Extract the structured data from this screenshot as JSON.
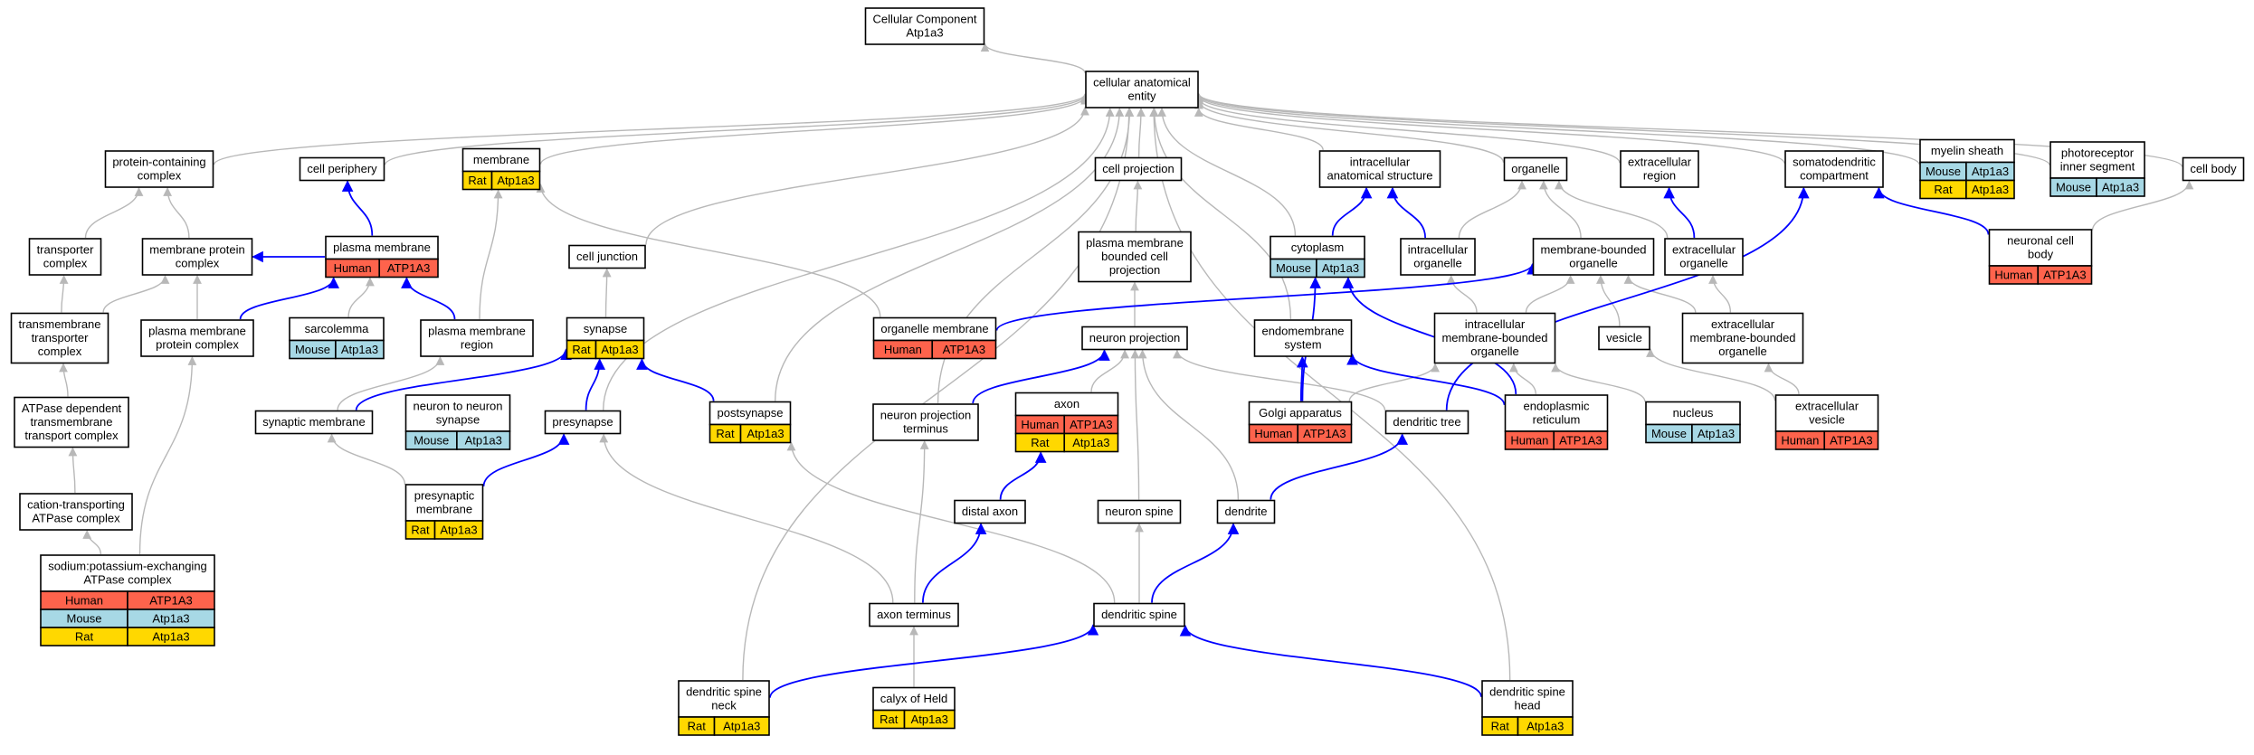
{
  "colors": {
    "human": "#fe634c",
    "mouse": "#a7d8e5",
    "rat": "#ffd800",
    "edge_gray": "#b8b8b8",
    "edge_blue": "#0000ff"
  },
  "nodes": [
    {
      "id": "cc_root",
      "lines": [
        "Cellular Component",
        "Atp1a3"
      ],
      "rows": []
    },
    {
      "id": "cae",
      "lines": [
        "cellular anatomical",
        "entity"
      ],
      "rows": []
    },
    {
      "id": "pcc",
      "lines": [
        "protein-containing",
        "complex"
      ],
      "rows": []
    },
    {
      "id": "cell_periphery",
      "lines": [
        "cell periphery"
      ],
      "rows": []
    },
    {
      "id": "membrane",
      "lines": [
        "membrane"
      ],
      "rows": [
        [
          "Rat",
          "Atp1a3"
        ]
      ]
    },
    {
      "id": "cell_projection",
      "lines": [
        "cell projection"
      ],
      "rows": []
    },
    {
      "id": "ias",
      "lines": [
        "intracellular",
        "anatomical structure"
      ],
      "rows": []
    },
    {
      "id": "organelle",
      "lines": [
        "organelle"
      ],
      "rows": []
    },
    {
      "id": "extracellular_region",
      "lines": [
        "extracellular",
        "region"
      ],
      "rows": []
    },
    {
      "id": "somatodendritic",
      "lines": [
        "somatodendritic",
        "compartment"
      ],
      "rows": []
    },
    {
      "id": "myelin",
      "lines": [
        "myelin sheath"
      ],
      "rows": [
        [
          "Mouse",
          "Atp1a3"
        ],
        [
          "Rat",
          "Atp1a3"
        ]
      ]
    },
    {
      "id": "photoreceptor",
      "lines": [
        "photoreceptor",
        "inner segment"
      ],
      "rows": [
        [
          "Mouse",
          "Atp1a3"
        ]
      ]
    },
    {
      "id": "cell_body",
      "lines": [
        "cell body"
      ],
      "rows": []
    },
    {
      "id": "transporter",
      "lines": [
        "transporter",
        "complex"
      ],
      "rows": []
    },
    {
      "id": "mpc",
      "lines": [
        "membrane protein",
        "complex"
      ],
      "rows": []
    },
    {
      "id": "plasma_membrane",
      "lines": [
        "plasma membrane"
      ],
      "rows": [
        [
          "Human",
          "ATP1A3"
        ]
      ]
    },
    {
      "id": "cell_junction",
      "lines": [
        "cell junction"
      ],
      "rows": []
    },
    {
      "id": "pmbcp",
      "lines": [
        "plasma membrane",
        "bounded cell",
        "projection"
      ],
      "rows": []
    },
    {
      "id": "cytoplasm",
      "lines": [
        "cytoplasm"
      ],
      "rows": [
        [
          "Mouse",
          "Atp1a3"
        ]
      ]
    },
    {
      "id": "ic_organelle",
      "lines": [
        "intracellular",
        "organelle"
      ],
      "rows": []
    },
    {
      "id": "mb_organelle",
      "lines": [
        "membrane-bounded",
        "organelle"
      ],
      "rows": []
    },
    {
      "id": "ec_organelle",
      "lines": [
        "extracellular",
        "organelle"
      ],
      "rows": []
    },
    {
      "id": "neuronal_cell_body",
      "lines": [
        "neuronal cell",
        "body"
      ],
      "rows": [
        [
          "Human",
          "ATP1A3"
        ]
      ]
    },
    {
      "id": "tmtc",
      "lines": [
        "transmembrane",
        "transporter",
        "complex"
      ],
      "rows": []
    },
    {
      "id": "pmpc",
      "lines": [
        "plasma membrane",
        "protein complex"
      ],
      "rows": []
    },
    {
      "id": "sarcolemma",
      "lines": [
        "sarcolemma"
      ],
      "rows": [
        [
          "Mouse",
          "Atp1a3"
        ]
      ]
    },
    {
      "id": "pm_region",
      "lines": [
        "plasma membrane",
        "region"
      ],
      "rows": []
    },
    {
      "id": "synapse",
      "lines": [
        "synapse"
      ],
      "rows": [
        [
          "Rat",
          "Atp1a3"
        ]
      ]
    },
    {
      "id": "organelle_membrane",
      "lines": [
        "organelle membrane"
      ],
      "rows": [
        [
          "Human",
          "ATP1A3"
        ]
      ]
    },
    {
      "id": "neuron_projection",
      "lines": [
        "neuron projection"
      ],
      "rows": []
    },
    {
      "id": "endomembrane",
      "lines": [
        "endomembrane",
        "system"
      ],
      "rows": []
    },
    {
      "id": "imbo",
      "lines": [
        "intracellular",
        "membrane-bounded",
        "organelle"
      ],
      "rows": []
    },
    {
      "id": "vesicle",
      "lines": [
        "vesicle"
      ],
      "rows": []
    },
    {
      "id": "embo",
      "lines": [
        "extracellular",
        "membrane-bounded",
        "organelle"
      ],
      "rows": []
    },
    {
      "id": "atp_tc",
      "lines": [
        "ATPase dependent",
        "transmembrane",
        "transport complex"
      ],
      "rows": []
    },
    {
      "id": "synaptic_membrane",
      "lines": [
        "synaptic membrane"
      ],
      "rows": []
    },
    {
      "id": "n2n_synapse",
      "lines": [
        "neuron to neuron",
        "synapse"
      ],
      "rows": [
        [
          "Mouse",
          "Atp1a3"
        ]
      ]
    },
    {
      "id": "presynapse",
      "lines": [
        "presynapse"
      ],
      "rows": []
    },
    {
      "id": "postsynapse",
      "lines": [
        "postsynapse"
      ],
      "rows": [
        [
          "Rat",
          "Atp1a3"
        ]
      ]
    },
    {
      "id": "npt",
      "lines": [
        "neuron projection",
        "terminus"
      ],
      "rows": []
    },
    {
      "id": "axon",
      "lines": [
        "axon"
      ],
      "rows": [
        [
          "Human",
          "ATP1A3"
        ],
        [
          "Rat",
          "Atp1a3"
        ]
      ]
    },
    {
      "id": "golgi",
      "lines": [
        "Golgi apparatus"
      ],
      "rows": [
        [
          "Human",
          "ATP1A3"
        ]
      ]
    },
    {
      "id": "dendritic_tree",
      "lines": [
        "dendritic tree"
      ],
      "rows": []
    },
    {
      "id": "er",
      "lines": [
        "endoplasmic",
        "reticulum"
      ],
      "rows": [
        [
          "Human",
          "ATP1A3"
        ]
      ]
    },
    {
      "id": "nucleus",
      "lines": [
        "nucleus"
      ],
      "rows": [
        [
          "Mouse",
          "Atp1a3"
        ]
      ]
    },
    {
      "id": "ec_vesicle",
      "lines": [
        "extracellular",
        "vesicle"
      ],
      "rows": [
        [
          "Human",
          "ATP1A3"
        ]
      ]
    },
    {
      "id": "catc",
      "lines": [
        "cation-transporting",
        "ATPase complex"
      ],
      "rows": []
    },
    {
      "id": "presynaptic_membrane",
      "lines": [
        "presynaptic",
        "membrane"
      ],
      "rows": [
        [
          "Rat",
          "Atp1a3"
        ]
      ]
    },
    {
      "id": "distal_axon",
      "lines": [
        "distal axon"
      ],
      "rows": []
    },
    {
      "id": "neuron_spine",
      "lines": [
        "neuron spine"
      ],
      "rows": []
    },
    {
      "id": "dendrite",
      "lines": [
        "dendrite"
      ],
      "rows": []
    },
    {
      "id": "nakatpase",
      "lines": [
        "sodium:potassium-exchanging",
        "ATPase complex"
      ],
      "rows": [
        [
          "Human",
          "ATP1A3"
        ],
        [
          "Mouse",
          "Atp1a3"
        ],
        [
          "Rat",
          "Atp1a3"
        ]
      ]
    },
    {
      "id": "axon_terminus",
      "lines": [
        "axon terminus"
      ],
      "rows": []
    },
    {
      "id": "dendritic_spine",
      "lines": [
        "dendritic spine"
      ],
      "rows": []
    },
    {
      "id": "dsn",
      "lines": [
        "dendritic spine",
        "neck"
      ],
      "rows": [
        [
          "Rat",
          "Atp1a3"
        ]
      ]
    },
    {
      "id": "calyx",
      "lines": [
        "calyx of Held"
      ],
      "rows": [
        [
          "Rat",
          "Atp1a3"
        ]
      ]
    },
    {
      "id": "dsh",
      "lines": [
        "dendritic spine",
        "head"
      ],
      "rows": [
        [
          "Rat",
          "Atp1a3"
        ]
      ]
    }
  ],
  "edges": [
    [
      "cae",
      "cc_root",
      "gray"
    ],
    [
      "pcc",
      "cae",
      "gray"
    ],
    [
      "cell_periphery",
      "cae",
      "gray"
    ],
    [
      "membrane",
      "cae",
      "gray"
    ],
    [
      "cell_projection",
      "cae",
      "gray"
    ],
    [
      "ias",
      "cae",
      "gray"
    ],
    [
      "organelle",
      "cae",
      "gray"
    ],
    [
      "extracellular_region",
      "cae",
      "gray"
    ],
    [
      "somatodendritic",
      "cae",
      "gray"
    ],
    [
      "myelin",
      "cae",
      "gray"
    ],
    [
      "photoreceptor",
      "cae",
      "gray"
    ],
    [
      "cell_body",
      "cae",
      "gray"
    ],
    [
      "cell_junction",
      "cae",
      "gray"
    ],
    [
      "cytoplasm",
      "cae",
      "gray"
    ],
    [
      "npt",
      "cae",
      "gray"
    ],
    [
      "presynapse",
      "cae",
      "gray"
    ],
    [
      "postsynapse",
      "cae",
      "gray"
    ],
    [
      "dsn",
      "cae",
      "gray"
    ],
    [
      "dsh",
      "cae",
      "gray"
    ],
    [
      "endomembrane",
      "cae",
      "gray"
    ],
    [
      "transporter",
      "pcc",
      "gray"
    ],
    [
      "mpc",
      "pcc",
      "gray"
    ],
    [
      "tmtc",
      "transporter",
      "gray"
    ],
    [
      "tmtc",
      "mpc",
      "gray"
    ],
    [
      "pmpc",
      "mpc",
      "gray"
    ],
    [
      "atp_tc",
      "tmtc",
      "gray"
    ],
    [
      "catc",
      "atp_tc",
      "gray"
    ],
    [
      "nakatpase",
      "catc",
      "gray"
    ],
    [
      "nakatpase",
      "pmpc",
      "gray"
    ],
    [
      "pm_region",
      "membrane",
      "gray"
    ],
    [
      "organelle_membrane",
      "membrane",
      "gray"
    ],
    [
      "sarcolemma",
      "plasma_membrane",
      "gray"
    ],
    [
      "synaptic_membrane",
      "pm_region",
      "gray"
    ],
    [
      "synapse",
      "cell_junction",
      "gray"
    ],
    [
      "pmbcp",
      "cell_projection",
      "gray"
    ],
    [
      "neuron_projection",
      "pmbcp",
      "gray"
    ],
    [
      "ic_organelle",
      "organelle",
      "gray"
    ],
    [
      "mb_organelle",
      "organelle",
      "gray"
    ],
    [
      "ec_organelle",
      "organelle",
      "gray"
    ],
    [
      "imbo",
      "ic_organelle",
      "gray"
    ],
    [
      "imbo",
      "mb_organelle",
      "gray"
    ],
    [
      "vesicle",
      "mb_organelle",
      "gray"
    ],
    [
      "embo",
      "mb_organelle",
      "gray"
    ],
    [
      "embo",
      "ec_organelle",
      "gray"
    ],
    [
      "ec_vesicle",
      "embo",
      "gray"
    ],
    [
      "er",
      "imbo",
      "gray"
    ],
    [
      "golgi",
      "imbo",
      "gray"
    ],
    [
      "nucleus",
      "imbo",
      "gray"
    ],
    [
      "ec_vesicle",
      "vesicle",
      "gray"
    ],
    [
      "neuronal_cell_body",
      "cell_body",
      "gray"
    ],
    [
      "presynaptic_membrane",
      "synaptic_membrane",
      "gray"
    ],
    [
      "npt",
      "neuron_projection",
      "gray"
    ],
    [
      "axon",
      "neuron_projection",
      "gray"
    ],
    [
      "neuron_spine",
      "neuron_projection",
      "gray"
    ],
    [
      "dendrite",
      "neuron_projection",
      "gray"
    ],
    [
      "dendritic_tree",
      "neuron_projection",
      "gray"
    ],
    [
      "axon_terminus",
      "npt",
      "gray"
    ],
    [
      "axon_terminus",
      "presynapse",
      "gray"
    ],
    [
      "dendritic_spine",
      "neuron_spine",
      "gray"
    ],
    [
      "dendritic_spine",
      "postsynapse",
      "gray"
    ],
    [
      "calyx",
      "axon_terminus",
      "gray"
    ],
    [
      "plasma_membrane",
      "cell_periphery",
      "blue"
    ],
    [
      "plasma_membrane",
      "mpc",
      "blue"
    ],
    [
      "pmpc",
      "plasma_membrane",
      "blue"
    ],
    [
      "pm_region",
      "plasma_membrane",
      "blue"
    ],
    [
      "cytoplasm",
      "ias",
      "blue"
    ],
    [
      "ic_organelle",
      "ias",
      "blue"
    ],
    [
      "ec_organelle",
      "extracellular_region",
      "blue"
    ],
    [
      "neuronal_cell_body",
      "somatodendritic",
      "blue"
    ],
    [
      "dendritic_tree",
      "somatodendritic",
      "blue"
    ],
    [
      "organelle_membrane",
      "mb_organelle",
      "blue"
    ],
    [
      "golgi",
      "cytoplasm",
      "blue"
    ],
    [
      "er",
      "cytoplasm",
      "blue"
    ],
    [
      "golgi",
      "endomembrane",
      "blue"
    ],
    [
      "er",
      "endomembrane",
      "blue"
    ],
    [
      "synaptic_membrane",
      "synapse",
      "blue"
    ],
    [
      "presynapse",
      "synapse",
      "blue"
    ],
    [
      "postsynapse",
      "synapse",
      "blue"
    ],
    [
      "presynaptic_membrane",
      "presynapse",
      "blue"
    ],
    [
      "npt",
      "neuron_projection",
      "blue"
    ],
    [
      "distal_axon",
      "axon",
      "blue"
    ],
    [
      "axon_terminus",
      "distal_axon",
      "blue"
    ],
    [
      "dendrite",
      "dendritic_tree",
      "blue"
    ],
    [
      "dendritic_spine",
      "dendrite",
      "blue"
    ],
    [
      "dsn",
      "dendritic_spine",
      "blue"
    ],
    [
      "dsh",
      "dendritic_spine",
      "blue"
    ]
  ]
}
